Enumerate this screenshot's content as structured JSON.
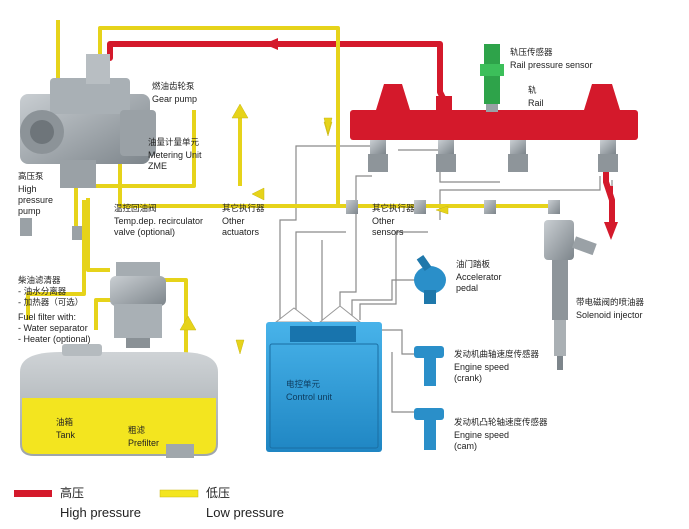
{
  "colors": {
    "high_pressure": "#d4192b",
    "low_pressure": "#f3e51f",
    "ecu": "#2fa0dc",
    "sensor": "#2a8fc9",
    "wire": "#888888",
    "metal": "#9aa1a6",
    "green": "#2ea34a"
  },
  "labels": {
    "rail_sensor_cn": "轨压传感器",
    "rail_sensor_en": "Rail pressure sensor",
    "rail_cn": "轨",
    "rail_en": "Rail",
    "gear_pump_cn": "燃油齿轮泵",
    "gear_pump_en": "Gear pump",
    "metering_cn": "油量计量单元",
    "metering_en": "Metering Unit\nZME",
    "hp_pump_cn": "高压泵",
    "hp_pump_en": "High\npressure\npump",
    "recirc_cn": "温控回油阀",
    "recirc_en": "Temp.dep. recirculator\nvalve (optional)",
    "actuators_cn": "其它执行器",
    "actuators_en": "Other\nactuators",
    "sensors_cn": "其它执行器",
    "sensors_en": "Other\nsensors",
    "pedal_cn": "油门踏板",
    "pedal_en": "Accelerator\npedal",
    "injector_cn": "带电磁阀的喷油器",
    "injector_en": "Solenoid injector",
    "filter_cn": "柴油滤清器\n- 油水分离器\n- 加热器（可选）",
    "filter_en": "Fuel filter with:\n- Water separator\n- Heater (optional)",
    "ecu_cn": "电控单元",
    "ecu_en": "Control unit",
    "crank_cn": "发动机曲轴速度传感器",
    "crank_en": "Engine speed\n(crank)",
    "cam_cn": "发动机凸轮轴速度传感器",
    "cam_en": "Engine speed\n(cam)",
    "tank_cn": "油箱",
    "tank_en": "Tank",
    "prefilter_cn": "粗滤",
    "prefilter_en": "Prefilter"
  },
  "legend": {
    "high_cn": "高压",
    "high_en": "High pressure",
    "low_cn": "低压",
    "low_en": "Low pressure"
  }
}
